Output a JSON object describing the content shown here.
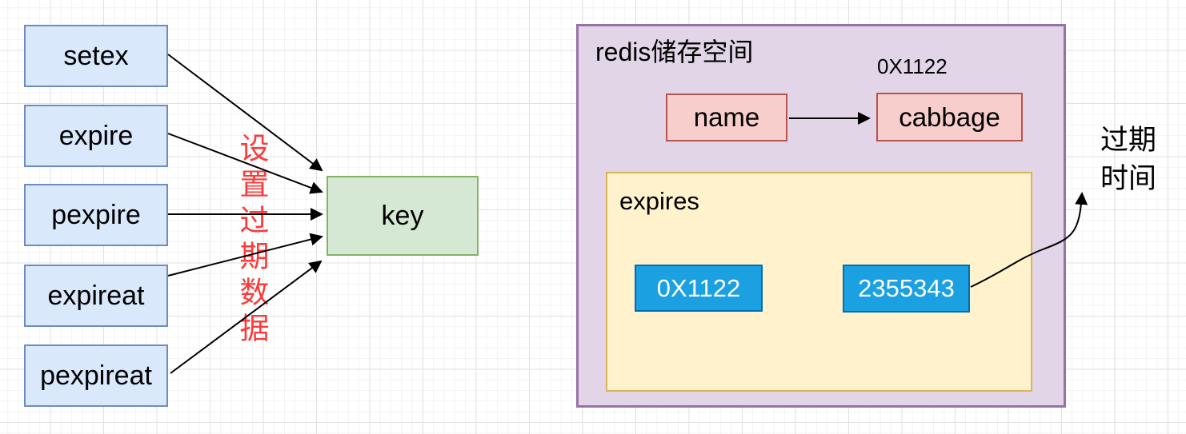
{
  "colors": {
    "canvas-bg": "#ffffff",
    "grid-minor": "#f3f3f3",
    "grid-major": "#e2e2e2",
    "blue-fill": "#dae8fc",
    "blue-border": "#6c8ebf",
    "green-fill": "#d5e8d4",
    "green-border": "#82b366",
    "purple-fill": "#e1d5e7",
    "purple-border": "#9673a6",
    "pink-fill": "#f8cecc",
    "pink-border": "#b85450",
    "yellow-fill": "#fff2cc",
    "yellow-border": "#d6b656",
    "cyan-fill": "#1ba1e2",
    "cyan-border": "#006eaf",
    "red-text": "#fb3b3b",
    "arrow": "#000000"
  },
  "commands": [
    "setex",
    "expire",
    "pexpire",
    "expireat",
    "pexpireat"
  ],
  "key_box_label": "key",
  "set_expire_note": "设置过期数据",
  "redis_space": {
    "title": "redis储存空间",
    "address_label": "0X1122",
    "name_cell": "name",
    "value_cell": "cabbage",
    "expires_dict": {
      "title": "expires",
      "key_address": "0X1122",
      "expire_timestamp": "2355343"
    }
  },
  "expire_time_note": "过期时间"
}
